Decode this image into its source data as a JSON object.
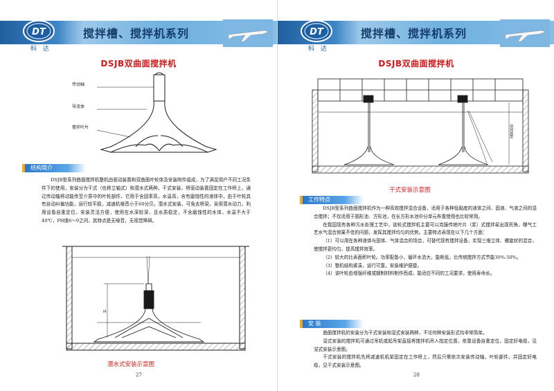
{
  "header": {
    "series_title": "搅拌槽、搅拌机系列",
    "logo_text": "DT",
    "logo_caption": "科 达"
  },
  "left_page": {
    "product_title": "DSJB双曲面搅拌机",
    "drawing_labels": {
      "shaft": "传动轴",
      "guide": "导流体",
      "blade": "搅拌叶片"
    },
    "section_heading": "结构简介",
    "intro_text": "DSJB型系列曲面搅拌机整机由驱动装置和双曲面叶轮体及安装附件组成，为了满足用户不同工况条件下的使用，安装分为干式（也称立轴式）和潜水式两种。干式安装，将驱动装置固定在工作桥上，通过传动轴将动能传至介质中的叶轮部件，它用于含固率高，水温高，含有磨蚀性的液体中，由于叶轮具有自动纠偏功能，运行较平稳，减速机噪音小于60分贝。潜水式安装，可免去桥梁，采用潜水动力，利用设备自重定位，安装灵活方便，使用在水深较深，且水质稳定，不含磨蚀性的水体，水温不大于40℃，PH值6～9之间，其特点是无噪音，无视觉障碍。",
    "drawing_dimension": "H",
    "caption": "潜水式安装示意图",
    "page_number": "27"
  },
  "right_page": {
    "product_title": "DSJB双曲面搅拌机",
    "dimension_label": "M8000",
    "caption": "干式安装示意图",
    "features_heading": "工作特点",
    "features_paragraphs": [
      "DSJB型系列曲面搅拌机作为一种高效搅拌混合设备，适用于各种低黏度的液体之间、固液、气液之间的混合搅拌；不仅适用于圆形池、方形池，在长方形水池中分单元布置使用也比较常用。",
      "在我国现有各种污水处理工艺中，该轮式搅拌机主要可以克服传统叶片（浆）式搅拌易出现死角，曝气工艺水气混合效果不佳的问题，发挥其搅拌均匀的优势。主要特点表现在以下几个方面：",
      "（1）可以用在各种液体与固体、气体混合的场合，可替代现有搅拌设备，实现三维立体、螺旋状的混合，使搅拌更均匀，提高搅拌效率。",
      "（2）较大的比表面积叶轮。功率配备小，循环水流大，能耗低，比传统搅拌方式节能30%-50%。",
      "（3）整机结构紧凑，运行可靠，安装维护便捷。",
      "（4）该叶轮由增强纤维或钢制材料制作而成，能适应不同的工况要求，使用寿命长。"
    ],
    "install_heading": "安 装",
    "install_paragraphs": [
      "曲面搅拌机的安装分为干式安装和湿式安装两种，不论何种安装形式均非常简单。",
      "湿式安装的搅拌机可通过吊机或起吊架直接将搅拌机吊入指定位置，依靠设备自重定位，固定好电缆，见湿式安装示意图。",
      "干式安装的搅拌机先将减速机机架固定在工作桥上，然后只需依次安装传动轴，叶轮部件，并固定好电缆，见干式安装示意图。"
    ],
    "page_number": "28"
  },
  "colors": {
    "title_red": "#d01818",
    "header_blue": "#153b6b",
    "section_blue": "#2a79c9"
  }
}
